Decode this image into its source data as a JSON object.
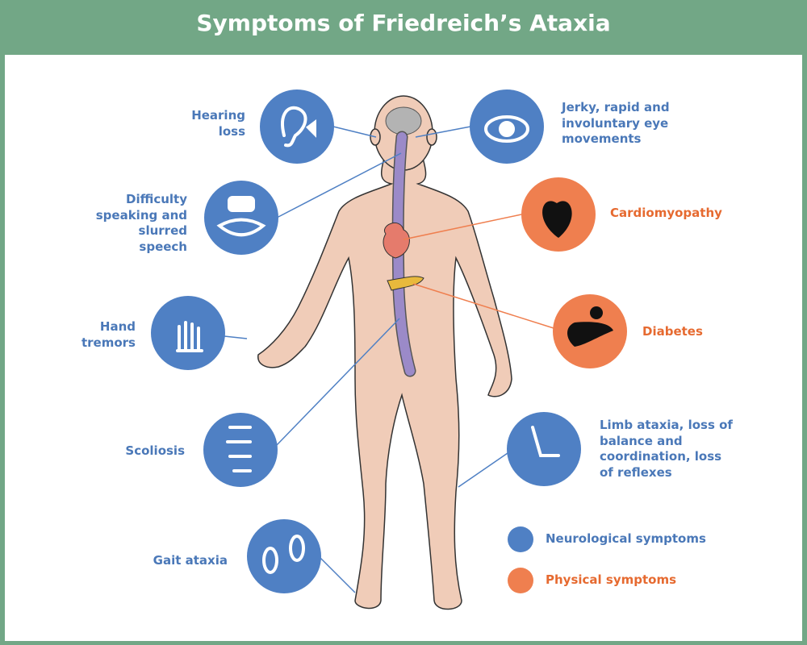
{
  "title": "Symptoms of Friedreich’s Ataxia",
  "colors": {
    "neurological": "#4f80c4",
    "physical": "#ef7f4f",
    "frame": "#72a786",
    "skin": "#f0ccb8"
  },
  "symptoms": {
    "hearing": {
      "label": "Hearing loss",
      "icon": "ear-muted-icon",
      "type": "neurological"
    },
    "eye": {
      "label": "Jerky, rapid and involuntary eye movements",
      "icon": "eye-icon",
      "type": "neurological"
    },
    "speech": {
      "label": "Difficulty speaking and slurred speech",
      "icon": "mouth-speech-icon",
      "type": "neurological"
    },
    "cardio": {
      "label": "Cardiomyopathy",
      "icon": "heart-icon",
      "type": "physical"
    },
    "hand": {
      "label": "Hand tremors",
      "icon": "shaking-hand-icon",
      "type": "neurological"
    },
    "diabetes": {
      "label": "Diabetes",
      "icon": "pancreas-icon",
      "type": "physical"
    },
    "scoliosis": {
      "label": "Scoliosis",
      "icon": "spine-icon",
      "type": "neurological"
    },
    "limb": {
      "label": "Limb ataxia, loss of balance and coordination, loss of reflexes",
      "icon": "leg-icon",
      "type": "neurological"
    },
    "gait": {
      "label": "Gait ataxia",
      "icon": "footprints-icon",
      "type": "neurological"
    }
  },
  "legend": {
    "neurological": "Neurological symptoms",
    "physical": "Physical symptoms"
  }
}
